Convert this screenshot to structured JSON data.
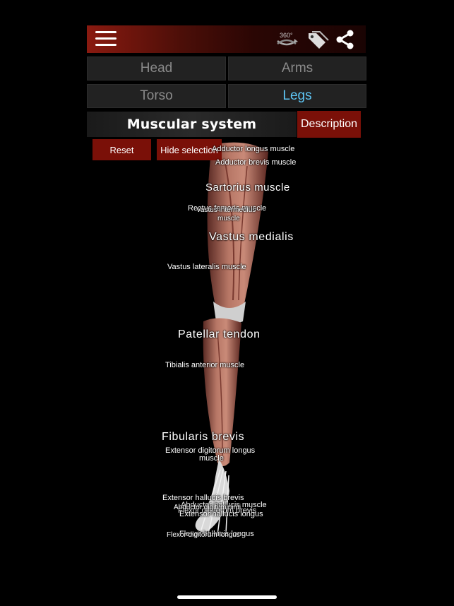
{
  "toolbar": {
    "menu_icon": "hamburger-menu-icon",
    "rotate_label": "360°",
    "tag_icon": "tags-icon",
    "share_icon": "share-icon"
  },
  "tabs": [
    {
      "label": "Head",
      "active": false
    },
    {
      "label": "Arms",
      "active": false
    },
    {
      "label": "Torso",
      "active": false
    },
    {
      "label": "Legs",
      "active": true
    }
  ],
  "system_title": "Muscular system",
  "description_label": "Description",
  "reset_label": "Reset",
  "hide_selection_label": "Hide selection",
  "labels": [
    "Adductor longus muscle",
    "Adductor brevis muscle",
    "Sartorius muscle",
    "Rectus femoris muscle",
    "Vastus intermedius",
    "muscle",
    "Vastus medialis",
    "Vastus lateralis muscle",
    "Patellar tendon",
    "Tibialis anterior muscle",
    "Fibularis brevis",
    "Extensor digitorum longus",
    "muscle",
    "Extensor hallucis brevis",
    "Abductor hallucis muscle",
    "Flexor digitorum brevis",
    "Abductor digiti minimi",
    "Extensor hallucis longus",
    "Flexor hallucis longus",
    "Flexor digitorum longus"
  ],
  "colors": {
    "accent_red": "#7a1008",
    "active_tab": "#5ec6f5",
    "inactive_tab": "#8a8a8a"
  }
}
